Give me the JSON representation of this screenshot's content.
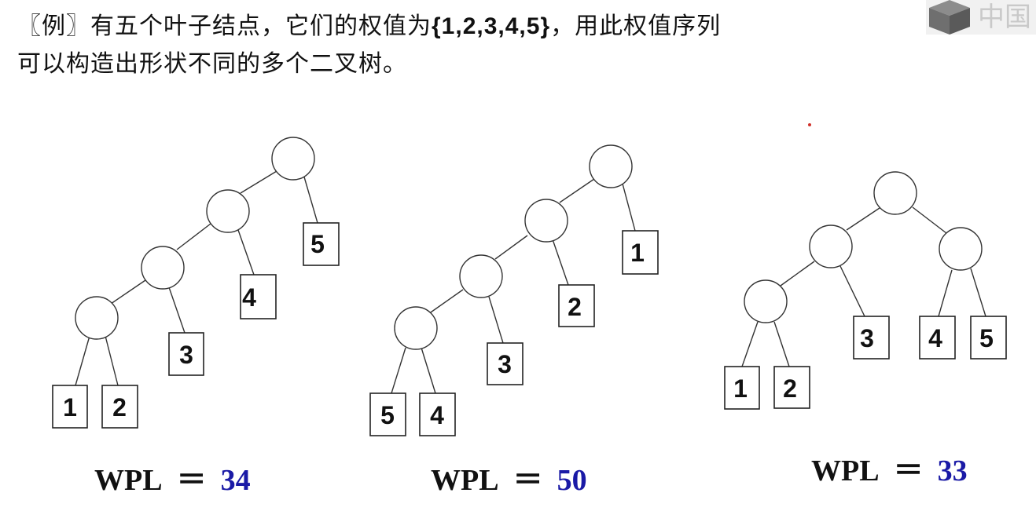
{
  "intro": {
    "line1_before": "〖例〗有五个叶子结点，它们的权值为",
    "line1_set": "{1,2,3,4,5}",
    "line1_after": "，用此权值序列",
    "line2": "可以构造出形状不同的多个二叉树。"
  },
  "logo": {
    "text": "中国"
  },
  "trees": [
    {
      "id": "tree-1",
      "leaves": [
        "1",
        "2",
        "3",
        "4",
        "5"
      ],
      "wpl_label": "WPL",
      "wpl_eq": "＝",
      "wpl_value": "34"
    },
    {
      "id": "tree-2",
      "leaves": [
        "5",
        "4",
        "3",
        "2",
        "1"
      ],
      "wpl_label": "WPL",
      "wpl_eq": "＝",
      "wpl_value": "50"
    },
    {
      "id": "tree-3",
      "leaves": [
        "1",
        "2",
        "3",
        "4",
        "5"
      ],
      "wpl_label": "WPL",
      "wpl_eq": "＝",
      "wpl_value": "33"
    }
  ],
  "colors": {
    "text": "#111111",
    "wpl_value": "#1a1aa6",
    "stroke": "#333333"
  }
}
